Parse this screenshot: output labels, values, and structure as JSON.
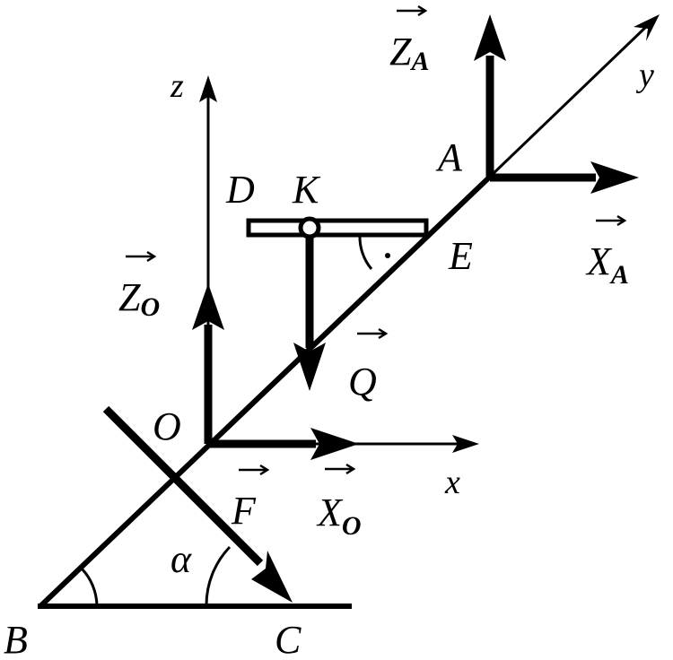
{
  "points": {
    "A": "A",
    "B": "B",
    "C": "C",
    "D": "D",
    "E": "E",
    "K": "K",
    "O": "O"
  },
  "axes": {
    "x": "x",
    "y": "y",
    "z": "z"
  },
  "forces": {
    "ZA": {
      "letter": "Z",
      "sub": "A"
    },
    "XA": {
      "letter": "X",
      "sub": "A"
    },
    "ZO": {
      "letter": "Z",
      "sub": "O"
    },
    "XO": {
      "letter": "X",
      "sub": "O"
    },
    "Q": {
      "letter": "Q"
    },
    "F": {
      "letter": "F"
    }
  },
  "angle_label": "α",
  "colors": {
    "ink": "#000000",
    "background": "#ffffff"
  }
}
